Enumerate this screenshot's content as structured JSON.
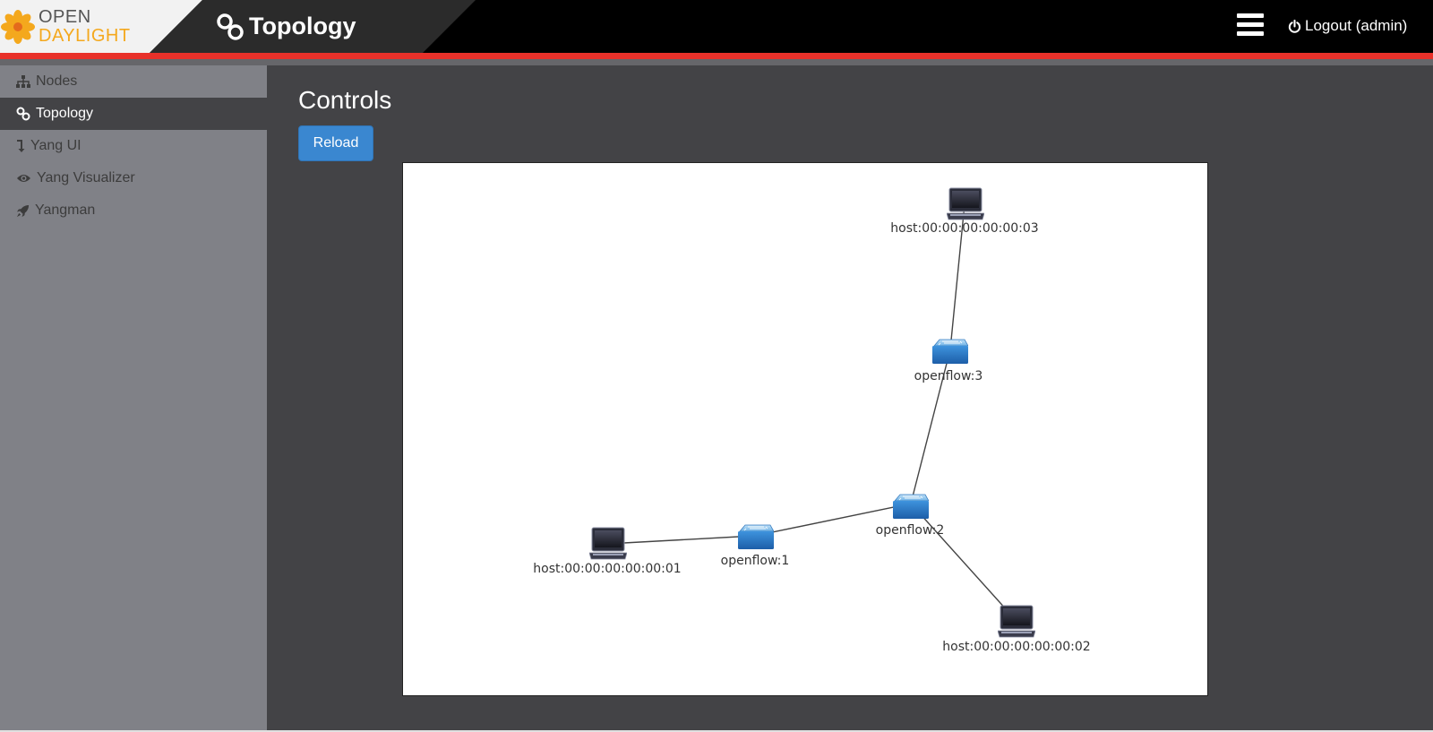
{
  "header": {
    "logo": {
      "line1": "OPEN",
      "line2": "DAYLIGHT"
    },
    "title": "Topology",
    "title_icon": "link-icon",
    "menu_icon": "hamburger-menu-icon",
    "logout_label": "Logout (admin)",
    "logout_icon": "power-icon"
  },
  "sidebar": {
    "items": [
      {
        "label": "Nodes",
        "icon": "sitemap-icon",
        "active": false
      },
      {
        "label": "Topology",
        "icon": "link-icon",
        "active": true
      },
      {
        "label": "Yang UI",
        "icon": "level-down-icon",
        "active": false
      },
      {
        "label": "Yang Visualizer",
        "icon": "eye-icon",
        "active": false
      },
      {
        "label": "Yangman",
        "icon": "rocket-icon",
        "active": false
      }
    ]
  },
  "main": {
    "heading": "Controls",
    "reload_label": "Reload"
  },
  "topology": {
    "nodes": [
      {
        "id": "host:00:00:00:00:00:03",
        "label": "host:00:00:00:00:00:03",
        "type": "host"
      },
      {
        "id": "openflow:3",
        "label": "openflow:3",
        "type": "switch"
      },
      {
        "id": "openflow:2",
        "label": "openflow:2",
        "type": "switch"
      },
      {
        "id": "openflow:1",
        "label": "openflow:1",
        "type": "switch"
      },
      {
        "id": "host:00:00:00:00:00:01",
        "label": "host:00:00:00:00:00:01",
        "type": "host"
      },
      {
        "id": "host:00:00:00:00:00:02",
        "label": "host:00:00:00:00:00:02",
        "type": "host"
      }
    ],
    "links": [
      [
        "host:00:00:00:00:00:03",
        "openflow:3"
      ],
      [
        "openflow:3",
        "openflow:2"
      ],
      [
        "openflow:2",
        "openflow:1"
      ],
      [
        "openflow:1",
        "host:00:00:00:00:00:01"
      ],
      [
        "openflow:2",
        "host:00:00:00:00:00:02"
      ]
    ]
  },
  "colors": {
    "header_bg": "#000000",
    "accent_red": "#e8312a",
    "logo_orange": "#f4a81d",
    "sidebar_bg": "#808187",
    "main_bg": "#434346",
    "button_blue": "#3a87d0"
  }
}
